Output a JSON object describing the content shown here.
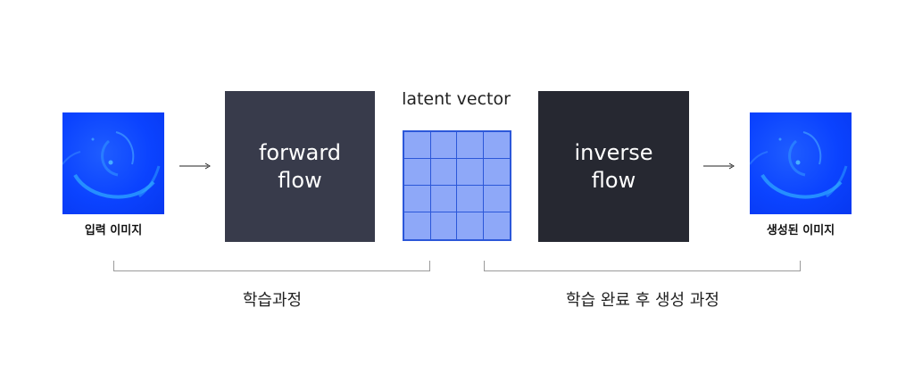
{
  "input_image": {
    "caption": "입력 이미지",
    "icon": "abstract-blue-image"
  },
  "forward_flow": {
    "line1": "forward",
    "line2": "flow",
    "color": "#383b4b"
  },
  "latent": {
    "title": "latent vector",
    "rows": 4,
    "cols": 4,
    "fill_color": "#8ea8f8",
    "line_color": "#2b57d9"
  },
  "inverse_flow": {
    "line1": "inverse",
    "line2": "flow",
    "color": "#262831"
  },
  "output_image": {
    "caption": "생성된 이미지",
    "icon": "abstract-blue-image"
  },
  "stages": {
    "training": "학습과정",
    "generation": "학습 완료 후 생성 과정"
  }
}
